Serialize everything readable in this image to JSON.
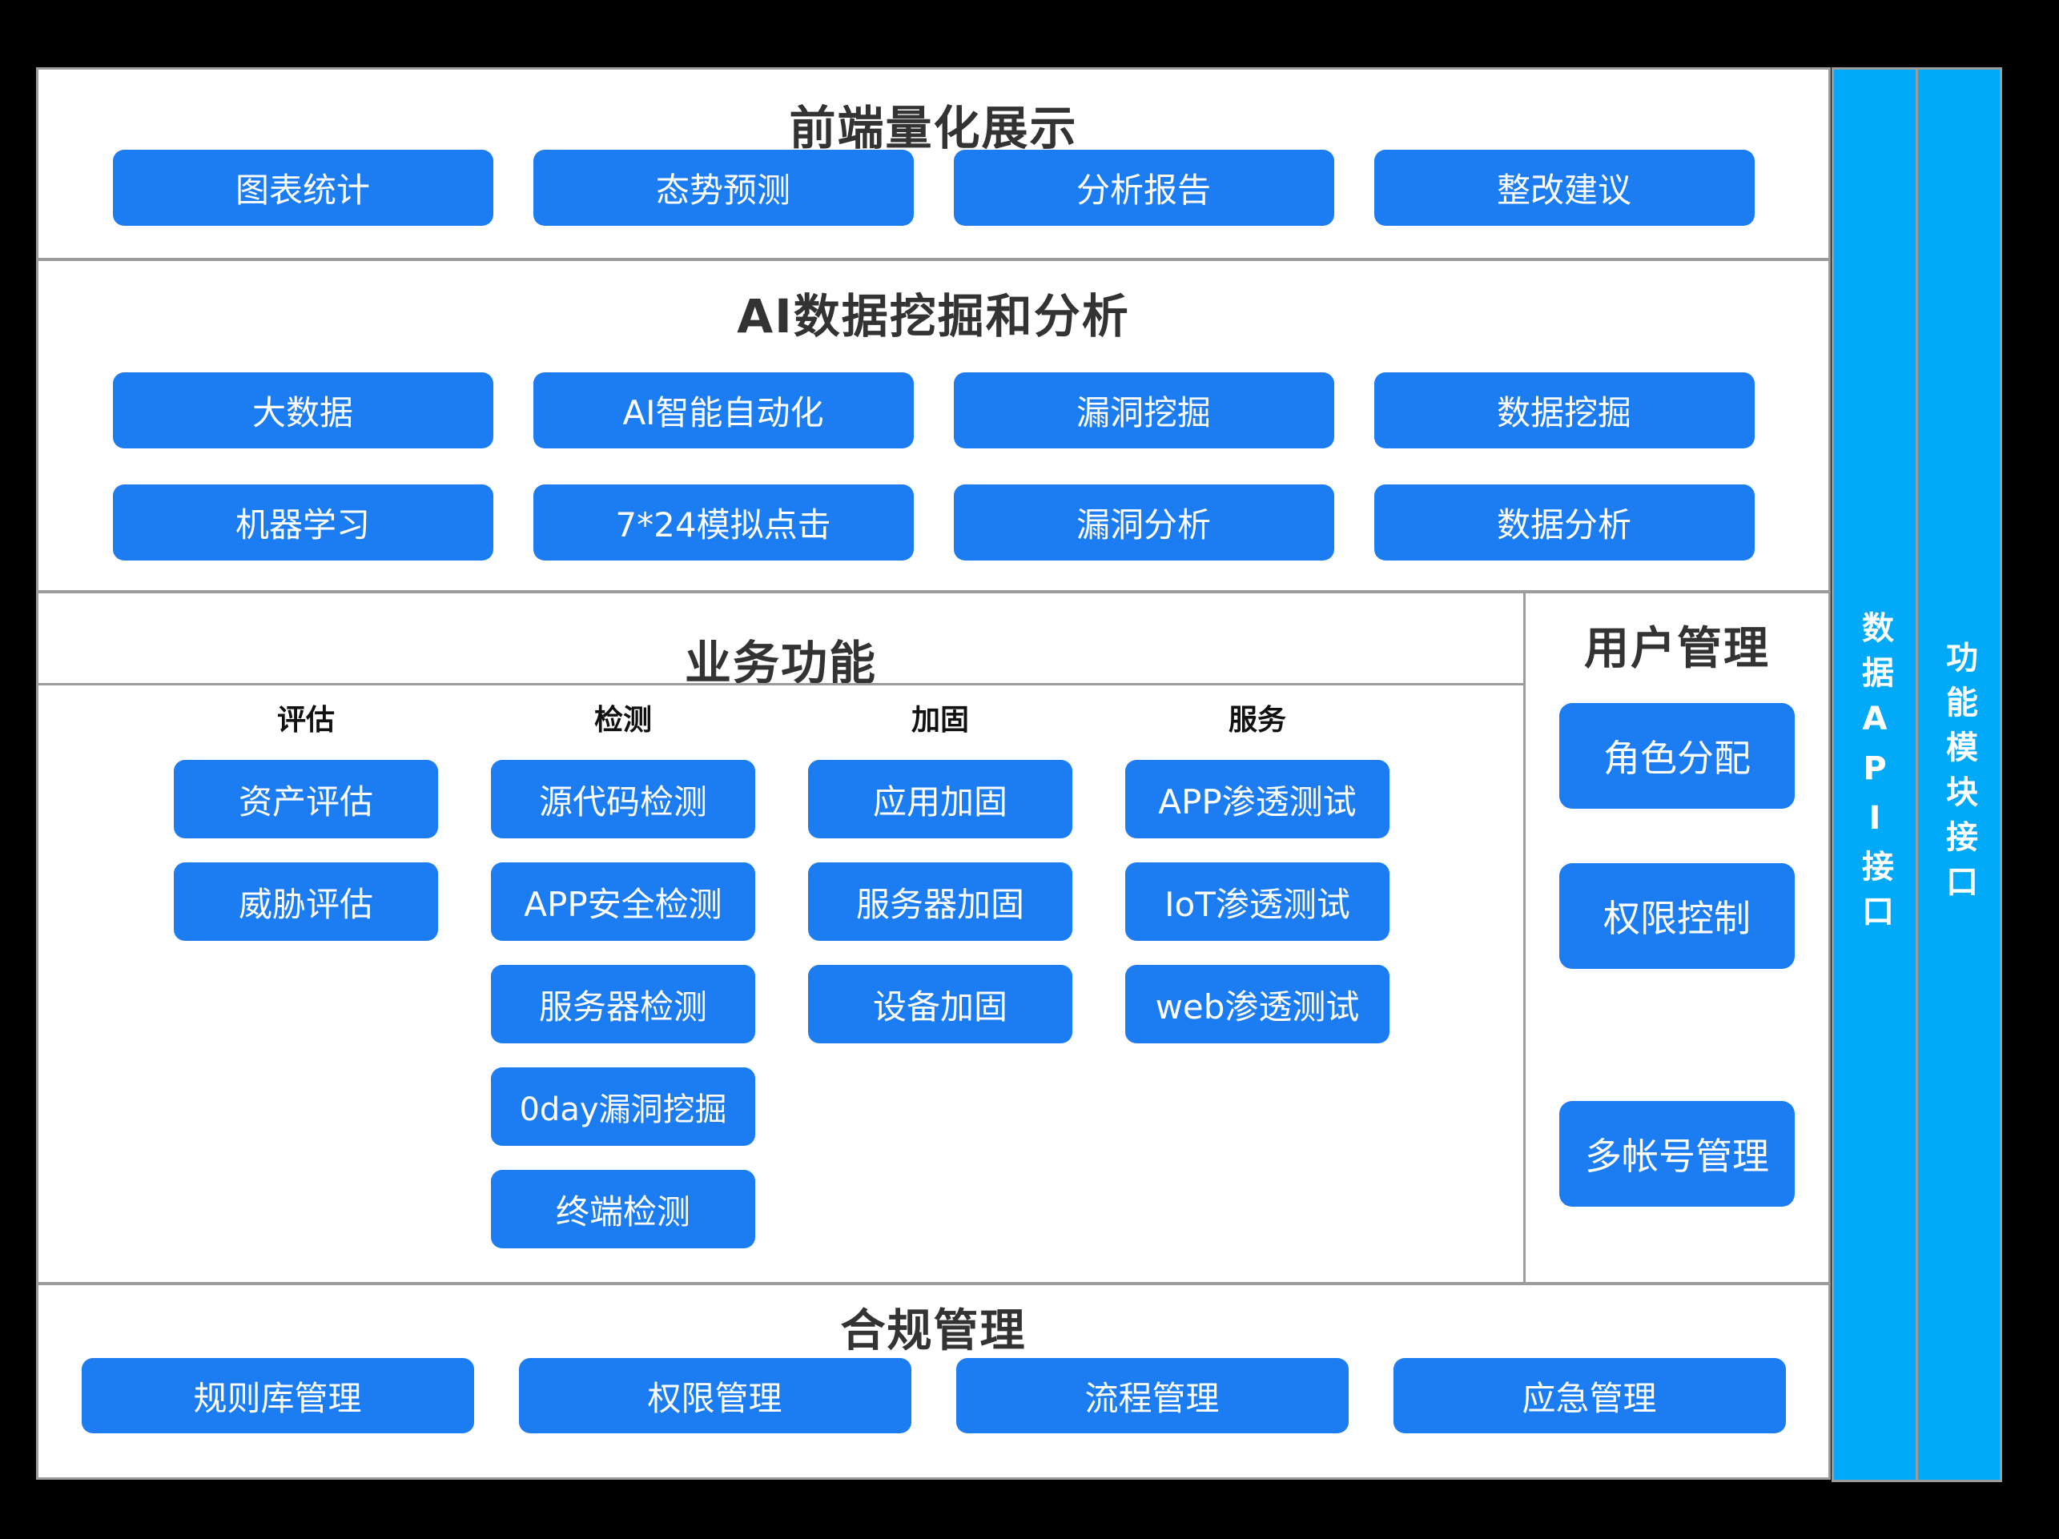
{
  "colors": {
    "accent_blue": "#1c7cf2",
    "bar_cyan": "#00aaf8",
    "border_gray": "#9c9c9c",
    "title_dark": "#333333",
    "background": "#000000"
  },
  "sections": {
    "frontend": {
      "title": "前端量化展示",
      "buttons": [
        "图表统计",
        "态势预测",
        "分析报告",
        "整改建议"
      ]
    },
    "ai": {
      "title": "AI数据挖掘和分析",
      "rows": [
        [
          "大数据",
          "AI智能自动化",
          "漏洞挖掘",
          "数据挖掘"
        ],
        [
          "机器学习",
          "7*24模拟点击",
          "漏洞分析",
          "数据分析"
        ]
      ]
    },
    "business": {
      "title": "业务功能",
      "columns": [
        {
          "header": "评估",
          "buttons": [
            "资产评估",
            "威胁评估"
          ]
        },
        {
          "header": "检测",
          "buttons": [
            "源代码检测",
            "APP安全检测",
            "服务器检测",
            "0day漏洞挖掘",
            "终端检测"
          ]
        },
        {
          "header": "加固",
          "buttons": [
            "应用加固",
            "服务器加固",
            "设备加固"
          ]
        },
        {
          "header": "服务",
          "buttons": [
            "APP渗透测试",
            "IoT渗透测试",
            "web渗透测试"
          ]
        }
      ]
    },
    "user": {
      "title": "用户管理",
      "buttons": [
        "角色分配",
        "权限控制",
        "多帐号管理"
      ]
    },
    "compliance": {
      "title": "合规管理",
      "buttons": [
        "规则库管理",
        "权限管理",
        "流程管理",
        "应急管理"
      ]
    }
  },
  "side_bars": [
    {
      "label": "数据API接口"
    },
    {
      "label": "功能模块接口"
    }
  ]
}
